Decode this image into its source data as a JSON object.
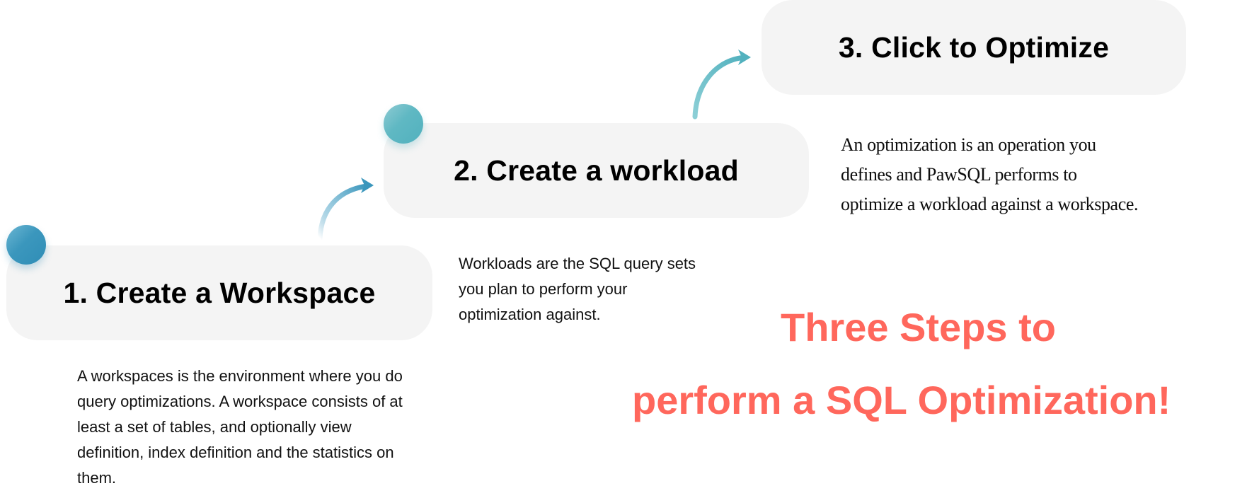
{
  "steps": [
    {
      "title": "1. Create a Workspace",
      "description_lines": [
        "A workspaces is the environment where you do",
        "query optimizations. A workspace consists of at",
        "least a set of tables, and optionally view",
        "definition, index definition and the statistics on",
        "them."
      ],
      "marker_color": "#3b97bd"
    },
    {
      "title": "2. Create a workload",
      "description_lines": [
        "Workloads are the SQL query sets",
        "you plan to perform your",
        "optimization against."
      ],
      "marker_color": "#5fb8c3"
    },
    {
      "title": "3. Click to Optimize",
      "description_lines": [
        "An optimization is an operation you",
        "defines and PawSQL performs to",
        "optimize a workload against a workspace."
      ]
    }
  ],
  "headline": {
    "line1": "Three Steps to",
    "line2": "perform a SQL Optimization!",
    "color": "#ff675c"
  },
  "connectors": [
    {
      "icon": "curved-arrow-icon",
      "color": "#3a96bc"
    },
    {
      "icon": "curved-arrow-icon",
      "color": "#5fb8c3"
    }
  ],
  "box_color": "#f4f4f4"
}
